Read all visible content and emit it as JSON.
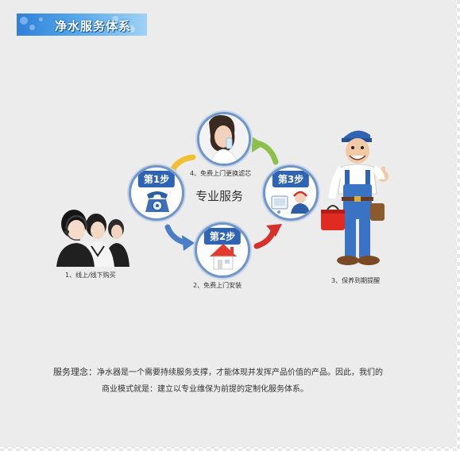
{
  "banner": {
    "title": "净水服务体系"
  },
  "center": {
    "title": "专业服务"
  },
  "steps": [
    {
      "tag": "第1步"
    },
    {
      "tag": "第2步"
    },
    {
      "tag": "第3步"
    }
  ],
  "captions": {
    "step1": "1、线上/线下购买",
    "step2": "2、免费上门安装",
    "step3": "3、保养到期提醒",
    "step4": "4、免费上门更换滤芯"
  },
  "philosophy": {
    "label": "服务理念：",
    "line1": "净水器是一个需要持续服务支撑，才能体现并发挥产品价值的产品。因此，我们的",
    "line2": "商业模式就是：建立以专业维保为前提的定制化服务体系。"
  },
  "colors": {
    "accent": "#2f64b4",
    "ring": "#6f95c9",
    "arrow_blue": "#4a7fc8",
    "arrow_red": "#d9302b",
    "arrow_yellow": "#f0c030",
    "arrow_green": "#8cc04b"
  }
}
